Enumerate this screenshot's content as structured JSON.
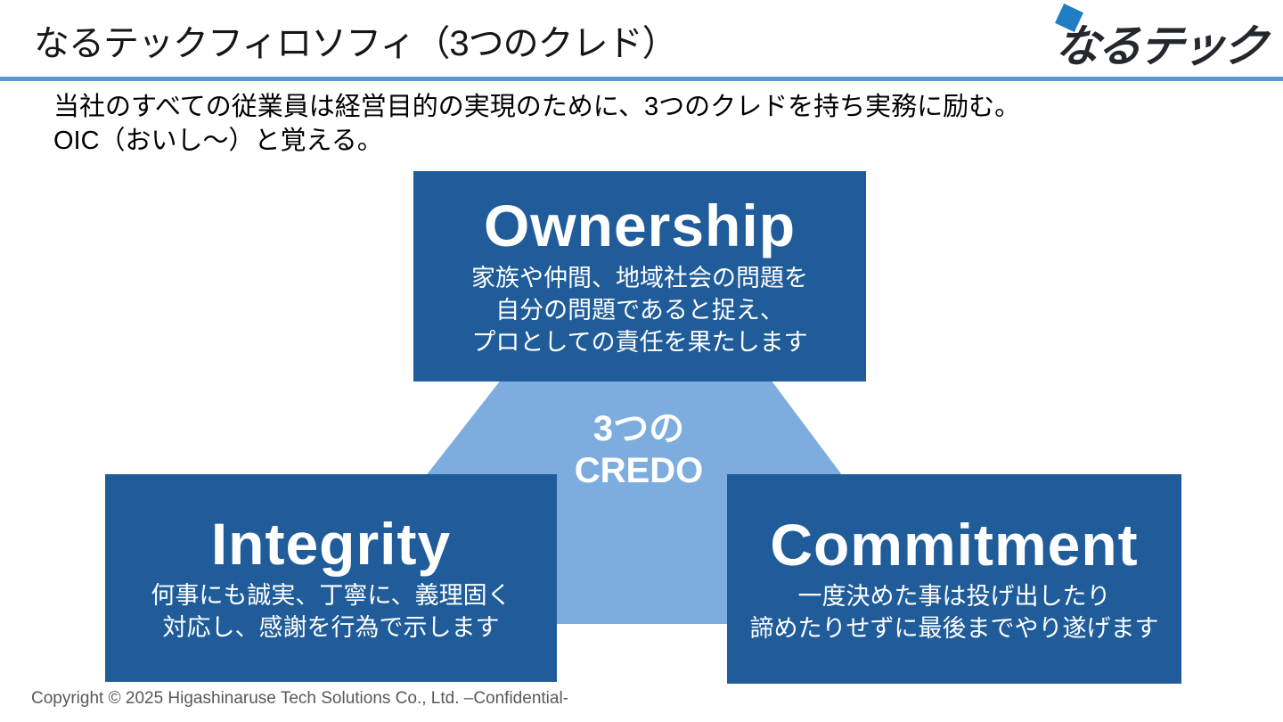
{
  "header": {
    "title": "なるテックフィロソフィ（3つのクレド）",
    "logo_text": "なるテック"
  },
  "intro": {
    "line1": "当社のすべての従業員は経営目的の実現のために、3つのクレドを持ち実務に励む。",
    "line2": "OIC（おいし～）と覚える。"
  },
  "diagram": {
    "center_label": {
      "line1": "3つの",
      "line2": "CREDO"
    },
    "credos": [
      {
        "title": "Ownership",
        "lines": [
          "家族や仲間、地域社会の問題を",
          "自分の問題であると捉え、",
          "プロとしての責任を果たします"
        ]
      },
      {
        "title": "Integrity",
        "lines": [
          "何事にも誠実、丁寧に、義理固く",
          "対応し、感謝を行為で示します"
        ]
      },
      {
        "title": "Commitment",
        "lines": [
          "一度決めた事は投げ出したり",
          "諦めたりせずに最後までやり遂げます"
        ]
      }
    ]
  },
  "footer": {
    "copyright": "Copyright © 2025 Higashinaruse Tech Solutions Co., Ltd. –Confidential-"
  },
  "colors": {
    "box_blue": "#1F5C99",
    "triangle_blue": "#7DADDF",
    "rule_blue": "#5B9BD5",
    "logo_dark": "#25272E",
    "logo_accent": "#1F7DC4",
    "footer_gray": "#595959",
    "text_white": "#FFFFFF"
  }
}
